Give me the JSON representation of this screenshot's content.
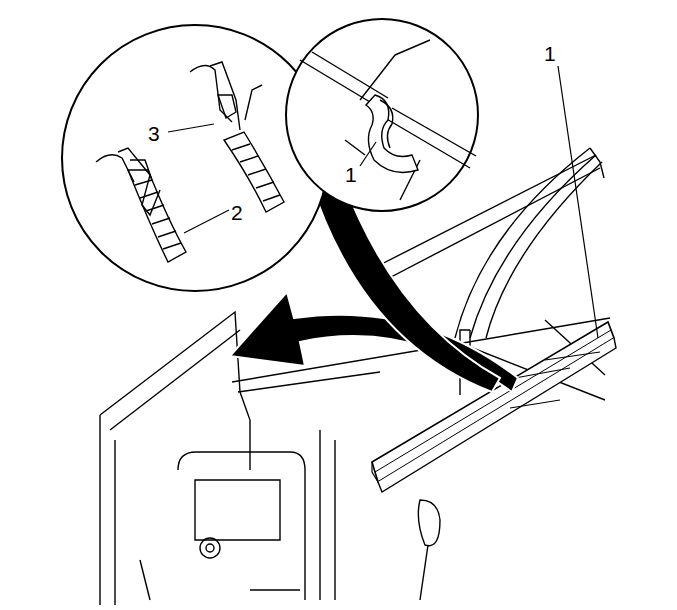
{
  "diagram": {
    "labels": [
      "1",
      "3",
      "1",
      "2"
    ]
  }
}
